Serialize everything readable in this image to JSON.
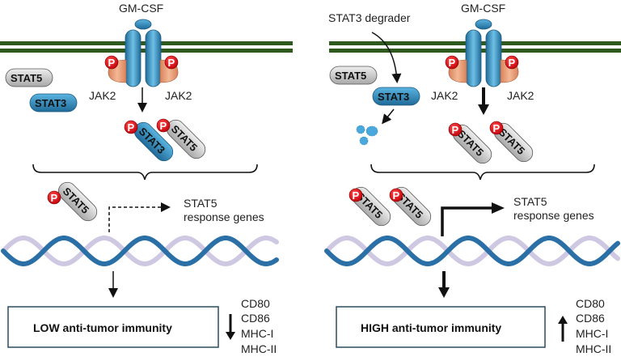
{
  "left_panel": {
    "ligand": "GM-CSF",
    "kinase_left": "JAK2",
    "kinase_right": "JAK2",
    "phospho": "P",
    "free_stat5": "STAT5",
    "free_stat3": "STAT3",
    "p_stat3": "STAT3",
    "p_stat5": "STAT5",
    "dna_bound_stat5": "STAT5",
    "response_line1": "STAT5",
    "response_line2": "response genes",
    "outcome_bold": "LOW",
    "outcome_rest": " anti-tumor immunity",
    "markers": [
      "CD80",
      "CD86",
      "MHC-I",
      "MHC-II"
    ],
    "marker_direction": "down"
  },
  "right_panel": {
    "drug_label": "STAT3 degrader",
    "ligand": "GM-CSF",
    "kinase_left": "JAK2",
    "kinase_right": "JAK2",
    "phospho": "P",
    "free_stat5": "STAT5",
    "free_stat3": "STAT3",
    "p_stat5_a": "STAT5",
    "p_stat5_b": "STAT5",
    "dna_bound_stat5_a": "STAT5",
    "dna_bound_stat5_b": "STAT5",
    "response_line1": "STAT5",
    "response_line2": "response genes",
    "outcome_bold": "HIGH",
    "outcome_rest": " anti-tumor immunity",
    "markers": [
      "CD80",
      "CD86",
      "MHC-I",
      "MHC-II"
    ],
    "marker_direction": "up"
  },
  "colors": {
    "membrane": "#2f5a1e",
    "receptor": "#3a8fc0",
    "jak2": "#e8a07a",
    "phospho": "#e0101a",
    "stat3": "#3a8fc0",
    "stat5": "#c8c8c8",
    "dna_strand_a": "#2a6fa6",
    "dna_strand_b": "#cfc8e2"
  }
}
